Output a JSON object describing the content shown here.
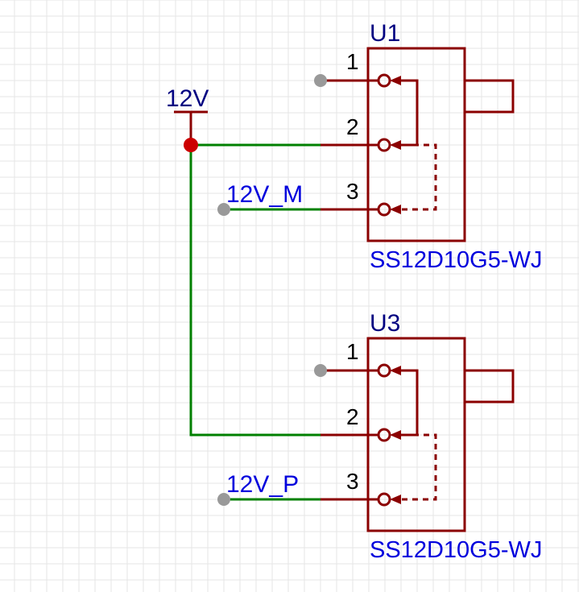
{
  "schematic": {
    "power_net": {
      "label": "12V",
      "color": "#000080"
    },
    "net_labels": {
      "m": "12V_M",
      "p": "12V_P"
    },
    "components": [
      {
        "designator": "U1",
        "part": "SS12D10G5-WJ",
        "pins": [
          "1",
          "2",
          "3"
        ]
      },
      {
        "designator": "U3",
        "part": "SS12D10G5-WJ",
        "pins": [
          "1",
          "2",
          "3"
        ]
      }
    ],
    "colors": {
      "grid": "#e6e6e6",
      "wire": "#008000",
      "component": "#8b0000",
      "junction": "#cc0000",
      "pin_end": "#999999",
      "net_label": "#0000dd",
      "pin_number": "#000000"
    }
  }
}
